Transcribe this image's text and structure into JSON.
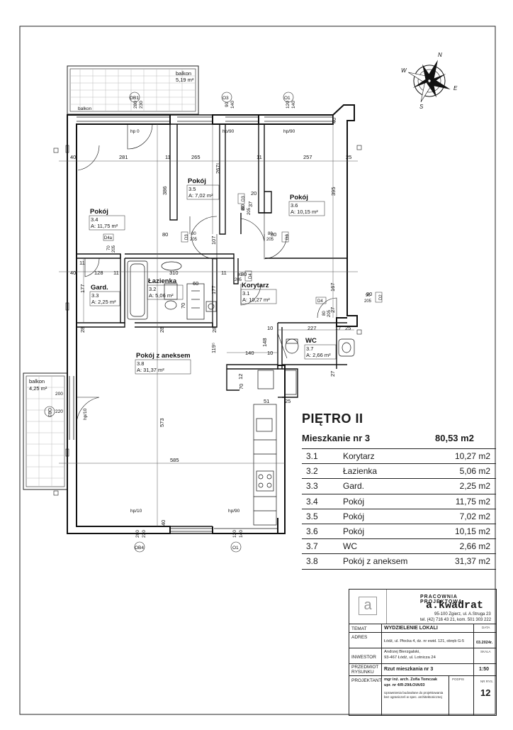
{
  "plan": {
    "rooms": [
      {
        "name": "Pokój",
        "num": "3.4",
        "area": "A: 11,75 m²"
      },
      {
        "name": "Pokój",
        "num": "3.5",
        "area": "A: 7,02 m²"
      },
      {
        "name": "Pokój",
        "num": "3.6",
        "area": "A: 10,15 m²"
      },
      {
        "name": "Gard.",
        "num": "3.3",
        "area": "A: 2,25 m²"
      },
      {
        "name": "Łazienka",
        "num": "3.2",
        "area": "A: 5,06 m²"
      },
      {
        "name": "Korytarz",
        "num": "3.1",
        "area": "A: 10,27 m²"
      },
      {
        "name": "WC",
        "num": "3.7",
        "area": "A: 2,66 m²"
      },
      {
        "name": "Pokój z aneksem",
        "num": "3.8",
        "area": "A: 31,37 m²"
      }
    ],
    "balcony_top": {
      "label": "balkon",
      "area": "5,19 m²"
    },
    "balcony_left": {
      "label": "balkon",
      "area": "4,25 m²"
    },
    "balcony_small": "balkon",
    "dims": [
      "40",
      "281",
      "11",
      "265",
      "11",
      "257",
      "25",
      "386",
      "267⁵",
      "395",
      "128",
      "11",
      "310",
      "11",
      "11",
      "177",
      "177",
      "167",
      "140",
      "148",
      "28",
      "28",
      "28",
      "119⁵",
      "573",
      "585",
      "227",
      "17",
      "25",
      "10",
      "10",
      "40",
      "40",
      "40",
      "51",
      "25",
      "12",
      "70",
      "107",
      "27",
      "27",
      "37",
      "20",
      "80",
      "80",
      "80",
      "80",
      "90",
      "60",
      "70"
    ],
    "openings": [
      {
        "tag": "OB1",
        "sill": "280",
        "h": "230",
        "hp": "hp 0"
      },
      {
        "tag": "O3",
        "sill": "90",
        "h": "140",
        "hp": "hp/90"
      },
      {
        "tag": "O1",
        "sill": "120",
        "h": "140",
        "hp": "hp/90"
      },
      {
        "tag": "OB3",
        "sill": "200",
        "h": "220",
        "hp": "hp/10"
      },
      {
        "tag": "OB4",
        "sill": "200",
        "h": "220",
        "hp": "hp/10"
      },
      {
        "tag": "O1",
        "sill": "120",
        "h": "140",
        "hp": "hp/90"
      }
    ],
    "doors": [
      {
        "tag": "D3",
        "w": "80",
        "h": "205"
      },
      {
        "tag": "D3",
        "w": "80",
        "h": "205"
      },
      {
        "tag": "D4a",
        "w": "70",
        "h": "205"
      },
      {
        "tag": "D4",
        "w": "80",
        "h": "205"
      },
      {
        "tag": "D4",
        "w": "80",
        "h": "205"
      },
      {
        "tag": "D2",
        "w": "90",
        "h": "205"
      },
      {
        "tag": "D3",
        "w": "80",
        "h": "205"
      }
    ],
    "compass": [
      "N",
      "E",
      "S",
      "W"
    ]
  },
  "summary": {
    "floor": "PIĘTRO II",
    "apartment": "Mieszkanie nr 3",
    "total": "80,53 m2",
    "rows": [
      {
        "no": "3.1",
        "name": "Korytarz",
        "area": "10,27 m2"
      },
      {
        "no": "3.2",
        "name": "Łazienka",
        "area": "5,06 m2"
      },
      {
        "no": "3.3",
        "name": "Gard.",
        "area": "2,25 m2"
      },
      {
        "no": "3.4",
        "name": "Pokój",
        "area": "11,75 m2"
      },
      {
        "no": "3.5",
        "name": "Pokój",
        "area": "7,02 m2"
      },
      {
        "no": "3.6",
        "name": "Pokój",
        "area": "10,15 m2"
      },
      {
        "no": "3.7",
        "name": "WC",
        "area": "2,66 m2"
      },
      {
        "no": "3.8",
        "name": "Pokój z aneksem",
        "area": "31,37 m2"
      }
    ]
  },
  "titleblock": {
    "firm_small": "PRACOWNIA PROJEKTOWA",
    "firm": "a.kwadrat",
    "logo_letter": "a",
    "addr1": "95-100 Zgierz, ul. A.Struga 23",
    "addr2": "tel. (42) 716 43 21, kom. 501 303 222",
    "temat_k": "TEMAT",
    "temat_v": "WYDZIELENIE LOKALI",
    "data_k": "DATA",
    "data_v": "03.2024r.",
    "adres_k": "ADRES",
    "adres_v": "Łódź, ul. Płocka 4, dz. nr ewid. 121, obręb G-5",
    "inwestor_k": "INWESTOR",
    "inwestor_v1": "Andrzej Bierzgalski,",
    "inwestor_v2": "93-467 Łódź, ul. Lotnicza 24",
    "skala_k": "SKALA",
    "skala_v": "1:50",
    "przedmiot_k": "PRZEDMIOT RYSUNKU",
    "przedmiot_v": "Rzut mieszkania nr 3",
    "projektant_k": "PROJEKTANT",
    "projektant_v1": "mgr inż. arch. Zofia Tomczak",
    "projektant_v2": "upr. nr 4/R-29/ŁOIA/03",
    "projektant_v3": "Uprawnienia budowlane do projektowania",
    "projektant_v4": "bez ograniczeń w spec. architektonicznej",
    "podpis_k": "PODPIS",
    "nr_k": "NR RYS.",
    "nr_v": "12"
  }
}
